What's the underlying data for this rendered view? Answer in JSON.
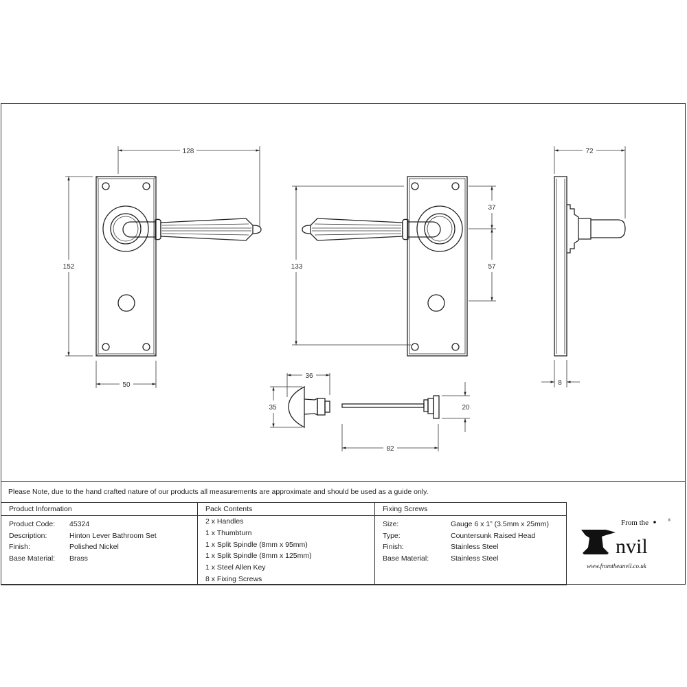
{
  "dimensions": {
    "front_lever_projection": "128",
    "front_plate_height": "152",
    "front_plate_width": "50",
    "back_lever_height_span": "133",
    "back_top_to_spindle": "37",
    "back_spindle_to_turn": "57",
    "side_projection": "72",
    "side_plate_thickness": "8",
    "thumbturn_depth": "36",
    "thumbturn_height": "35",
    "release_height": "20",
    "release_spindle_length": "82"
  },
  "note": "Please Note, due to the hand crafted nature of our products all measurements are approximate and should be used as a guide only.",
  "product_information": {
    "header": "Product Information",
    "rows": [
      {
        "label": "Product Code:",
        "value": "45324"
      },
      {
        "label": "Description:",
        "value": "Hinton Lever Bathroom Set"
      },
      {
        "label": "Finish:",
        "value": "Polished Nickel"
      },
      {
        "label": "Base Material:",
        "value": "Brass"
      }
    ]
  },
  "pack_contents": {
    "header": "Pack Contents",
    "items": [
      "2 x Handles",
      "1 x Thumbturn",
      "1 x Split Spindle (8mm x 95mm)",
      "1 x Split Spindle (8mm x 125mm)",
      "1 x Steel Allen Key",
      "8 x Fixing Screws"
    ]
  },
  "fixing_screws": {
    "header": "Fixing Screws",
    "rows": [
      {
        "label": "Size:",
        "value": "Gauge 6 x 1” (3.5mm x 25mm)"
      },
      {
        "label": "Type:",
        "value": "Countersunk Raised Head"
      },
      {
        "label": "Finish:",
        "value": "Stainless Steel"
      },
      {
        "label": "Base Material:",
        "value": "Stainless Steel"
      }
    ]
  },
  "logo": {
    "from_the": "From the",
    "anvil": "Anvil",
    "url": "www.fromtheanvil.co.uk",
    "registered": "®"
  }
}
